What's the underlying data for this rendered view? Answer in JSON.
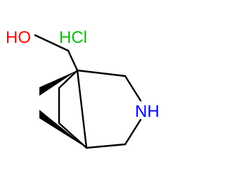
{
  "molecule": {
    "hydroxyl_label": "HO",
    "salt_label": "HCl",
    "amine_label": "NH"
  },
  "colors": {
    "background": "#ffffff",
    "bond": "#000000",
    "oxygen": "#ff0000",
    "chlorine": "#00c000",
    "nitrogen": "#0000ff"
  }
}
